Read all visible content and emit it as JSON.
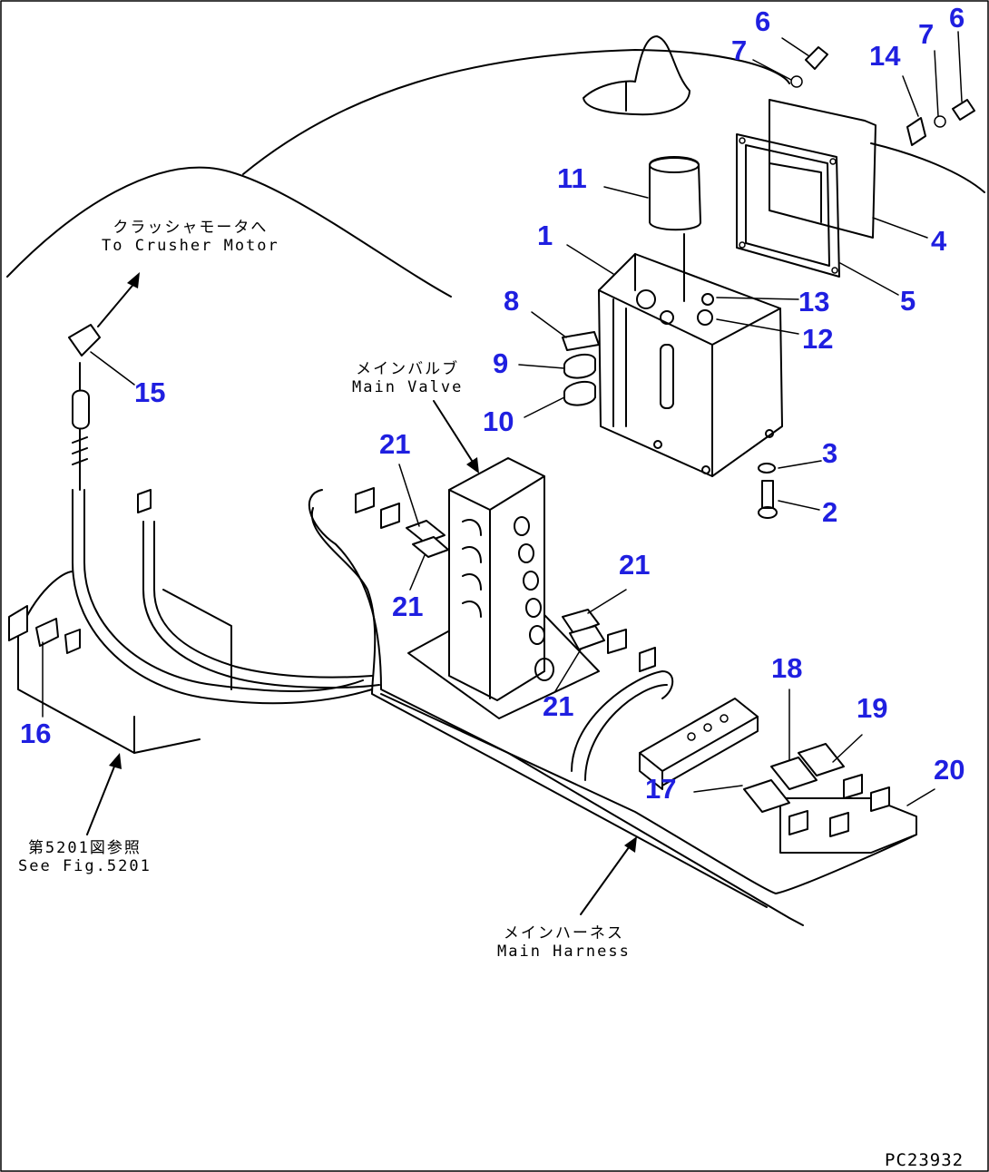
{
  "drawing_code": "PC23932",
  "notes": {
    "crusher_motor": {
      "jp": "クラッシャモータへ",
      "en": "To Crusher Motor"
    },
    "main_valve": {
      "jp": "メインバルブ",
      "en": "Main Valve"
    },
    "see_fig": {
      "jp": "第5201図参照",
      "en": "See Fig.5201"
    },
    "main_harness": {
      "jp": "メインハーネス",
      "en": "Main Harness"
    }
  },
  "part_labels": [
    {
      "id": "p6a",
      "text": "6"
    },
    {
      "id": "p7a",
      "text": "7"
    },
    {
      "id": "p14",
      "text": "14"
    },
    {
      "id": "p7b",
      "text": "7"
    },
    {
      "id": "p6b",
      "text": "6"
    },
    {
      "id": "p11",
      "text": "11"
    },
    {
      "id": "p1",
      "text": "1"
    },
    {
      "id": "p4",
      "text": "4"
    },
    {
      "id": "p5",
      "text": "5"
    },
    {
      "id": "p8",
      "text": "8"
    },
    {
      "id": "p13",
      "text": "13"
    },
    {
      "id": "p12",
      "text": "12"
    },
    {
      "id": "p9",
      "text": "9"
    },
    {
      "id": "p10",
      "text": "10"
    },
    {
      "id": "p3",
      "text": "3"
    },
    {
      "id": "p2",
      "text": "2"
    },
    {
      "id": "p15",
      "text": "15"
    },
    {
      "id": "p21a",
      "text": "21"
    },
    {
      "id": "p21b",
      "text": "21"
    },
    {
      "id": "p21c",
      "text": "21"
    },
    {
      "id": "p21d",
      "text": "21"
    },
    {
      "id": "p18",
      "text": "18"
    },
    {
      "id": "p19",
      "text": "19"
    },
    {
      "id": "p20",
      "text": "20"
    },
    {
      "id": "p17",
      "text": "17"
    },
    {
      "id": "p16",
      "text": "16"
    }
  ]
}
